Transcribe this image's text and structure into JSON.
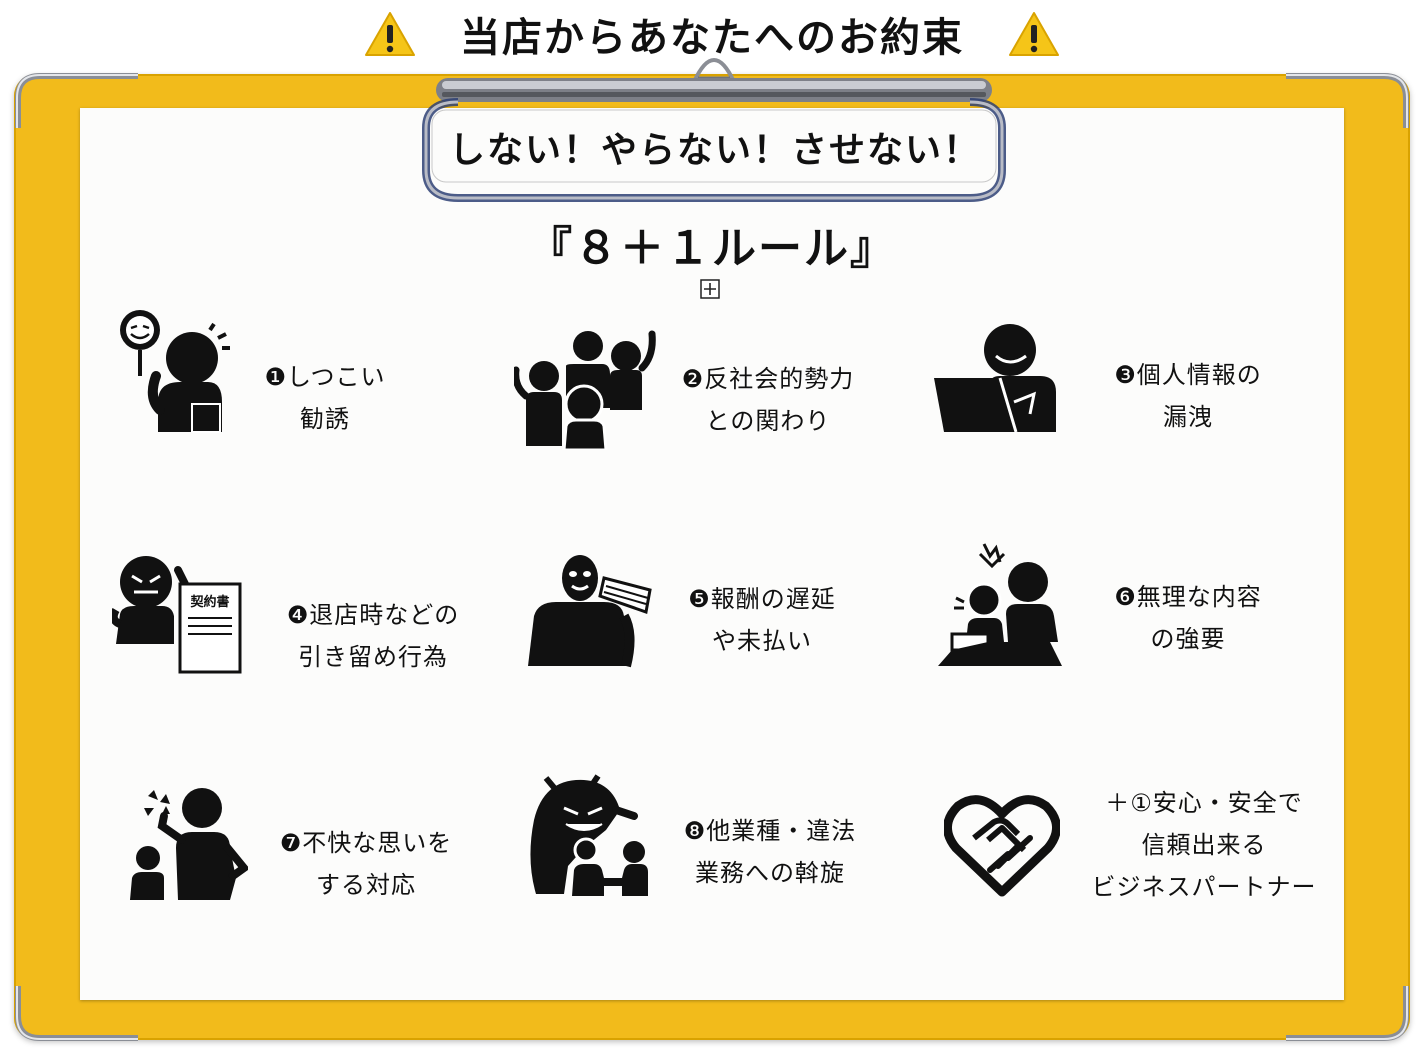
{
  "header": {
    "title": "当店からあなたへのお約束",
    "left_icon": "warning-icon",
    "right_icon": "warning-icon"
  },
  "clipboard": {
    "clip_label": "しない！やらない！させない！",
    "board_color": "#f2bb1b"
  },
  "rule_title": "『８＋１ルール』",
  "expand_icon": "expand-plus-icon",
  "items": [
    {
      "icon": "harassing-phone-call-icon",
      "lines": [
        "❶しつこい",
        "勧誘"
      ]
    },
    {
      "icon": "crowd-of-people-icon",
      "lines": [
        "❷反社会的勢力",
        "との関わり"
      ]
    },
    {
      "icon": "person-at-laptop-icon",
      "lines": [
        "❸個人情報の",
        "漏洩"
      ]
    },
    {
      "icon": "angry-person-with-contract-icon",
      "lines": [
        "❹退店時などの",
        "引き留め行為"
      ]
    },
    {
      "icon": "thief-holding-money-icon",
      "lines": [
        "❺報酬の遅延",
        "や未払い"
      ]
    },
    {
      "icon": "person-pressuring-worker-icon",
      "lines": [
        "❻無理な内容",
        "の強要"
      ]
    },
    {
      "icon": "angry-person-pointing-icon",
      "lines": [
        "❼不快な思いを",
        "する対応"
      ]
    },
    {
      "icon": "ghost-over-handshake-icon",
      "lines": [
        "❽他業種・違法",
        "業務への斡旋"
      ]
    },
    {
      "icon": "heart-handshake-icon",
      "lines": [
        "＋①安心・安全で",
        "信頼出来る",
        "ビジネスパートナー"
      ]
    }
  ]
}
